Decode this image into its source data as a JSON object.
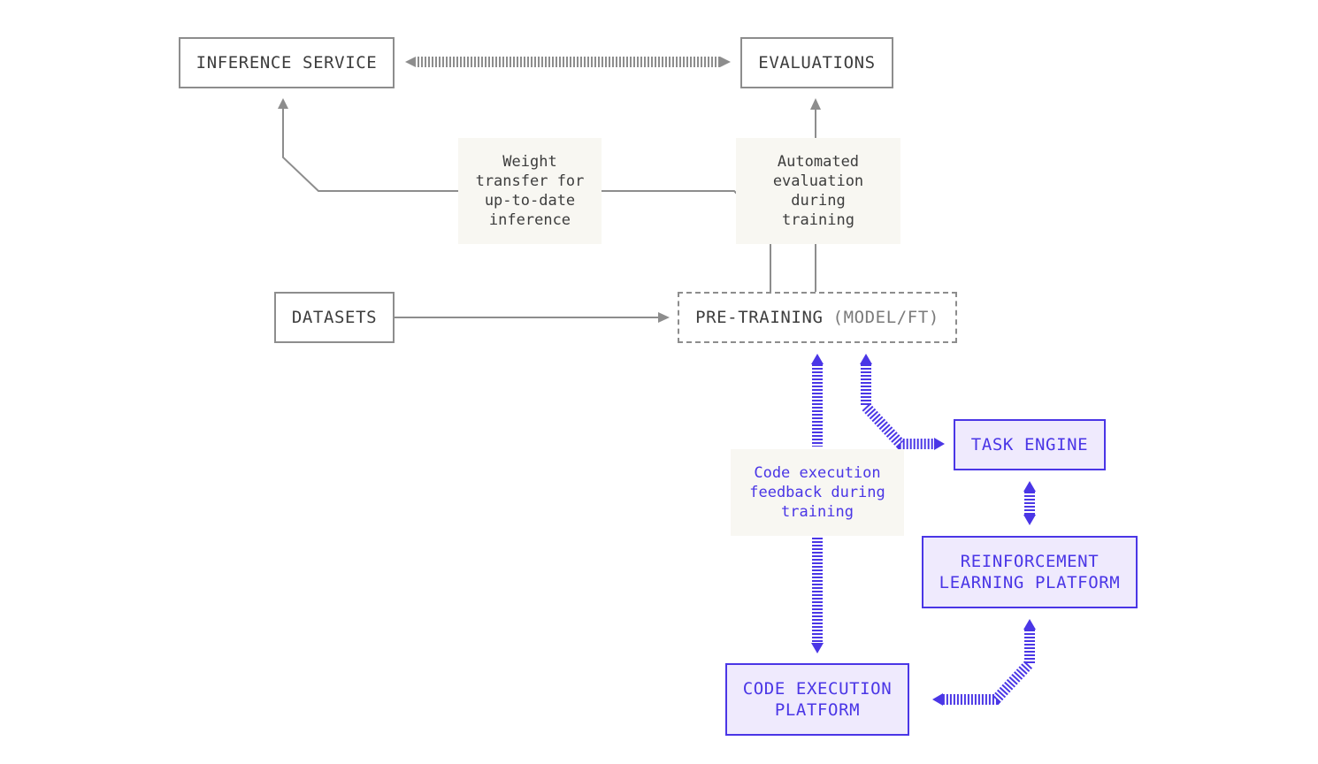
{
  "colors": {
    "gray_line": "#8d8d8d",
    "purple": "#4a36e6",
    "purple_fill": "#efeafd",
    "label_bg": "#f8f7f2",
    "text": "#3d3d3d"
  },
  "nodes": {
    "inference_service": "INFERENCE SERVICE",
    "evaluations": "EVALUATIONS",
    "datasets": "DATASETS",
    "pre_training": {
      "main": "PRE-TRAINING",
      "suffix": "(MODEL/FT)"
    },
    "task_engine": "TASK ENGINE",
    "reinforcement_learning_platform": [
      "REINFORCEMENT",
      "LEARNING PLATFORM"
    ],
    "code_execution_platform": [
      "CODE EXECUTION",
      "PLATFORM"
    ]
  },
  "labels": {
    "weight_transfer": "Weight\ntransfer for\nup-to-date\ninference",
    "automated_evaluation": "Automated\nevaluation\nduring\ntraining",
    "code_execution_feedback": "Code execution\nfeedback during\ntraining"
  }
}
